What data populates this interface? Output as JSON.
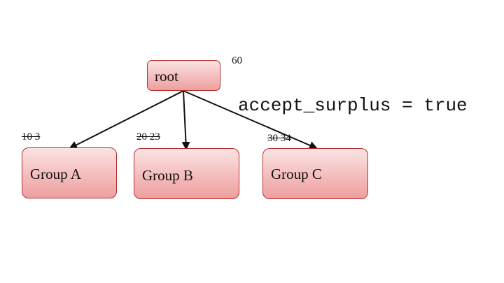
{
  "root": {
    "label": "root",
    "value": "60"
  },
  "groups": [
    {
      "label": "Group A",
      "range": "10 3"
    },
    {
      "label": "Group B",
      "range": "20 23"
    },
    {
      "label": "Group C",
      "range": "30 34"
    }
  ],
  "annotation": "accept_surplus = true",
  "colors": {
    "node_border": "#b0302f",
    "node_fill_top": "#fbe3e3",
    "node_fill_bottom": "#ee9f9f",
    "edge": "#111111"
  }
}
